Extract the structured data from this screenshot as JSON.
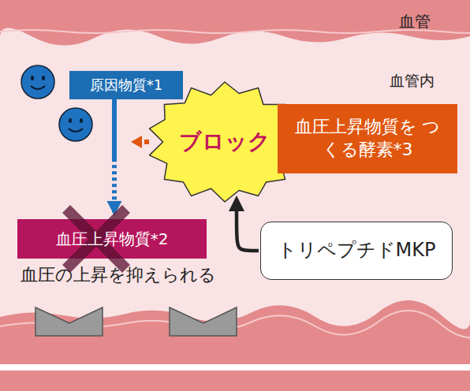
{
  "diagram": {
    "nodes": [
      {
        "text": [
          "原因物質*1"
        ]
      },
      {
        "text": [
          "ブロック"
        ]
      },
      {
        "text": [
          "血圧上昇物質を つくる酵素*3"
        ]
      },
      {
        "text": [
          "トリペプチドMKP"
        ]
      },
      {
        "text": [
          "血圧上昇物質*2"
        ]
      }
    ],
    "edges": [
      {
        "from": 0,
        "to": 4,
        "arrow": "to"
      },
      {
        "from": 3,
        "to": 1,
        "arrow": "to"
      }
    ],
    "labels": [
      "血管",
      "血管内",
      "血圧の上昇を抑えられる"
    ]
  }
}
